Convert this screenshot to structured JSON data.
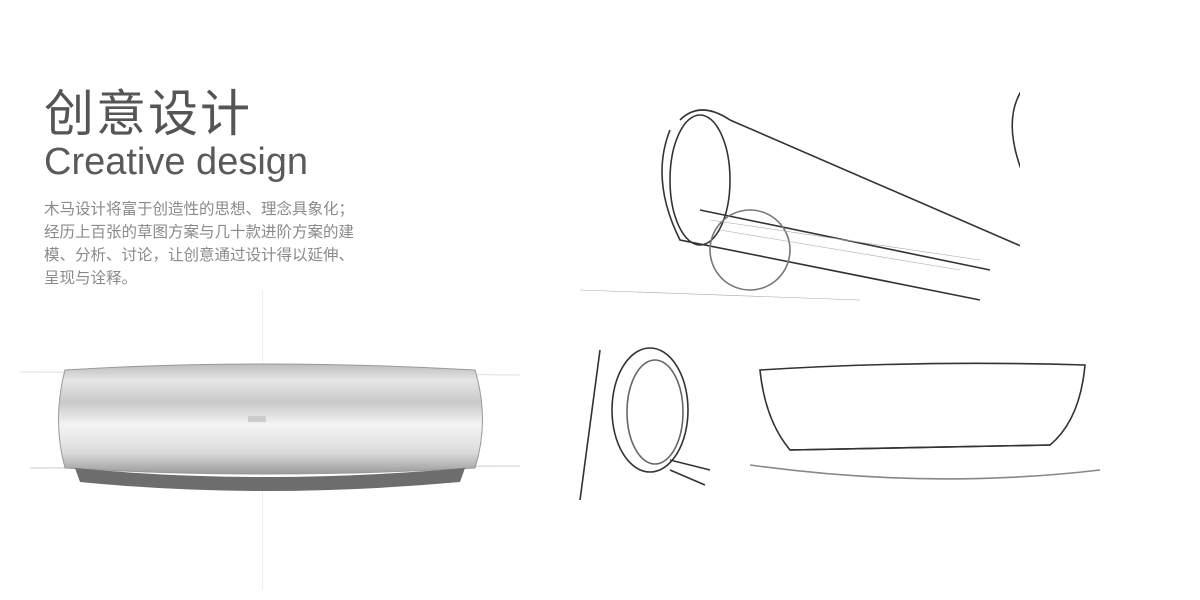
{
  "heading": {
    "title_cn": "创意设计",
    "title_en": "Creative design",
    "description": "木马设计将富于创造性的思想、理念具象化；经历上百张的草图方案与几十款进阶方案的建模、分析、讨论，让创意通过设计得以延伸、呈现与诠释。"
  },
  "colors": {
    "title": "#555555",
    "body_text": "#8a8a8a",
    "sketch_line": "#333333"
  }
}
